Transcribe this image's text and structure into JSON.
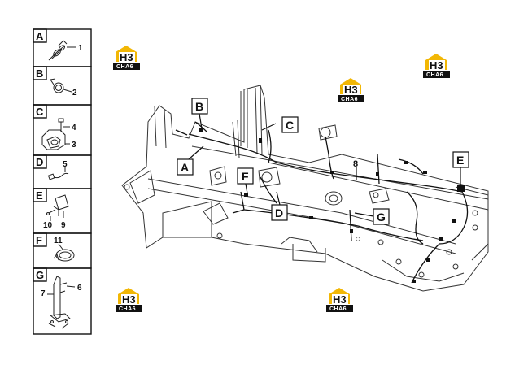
{
  "legend_panels": [
    {
      "letter": "A",
      "numbers": [
        "1"
      ]
    },
    {
      "letter": "B",
      "numbers": [
        "2"
      ]
    },
    {
      "letter": "C",
      "numbers": [
        "4",
        "3"
      ]
    },
    {
      "letter": "D",
      "numbers": [
        "5"
      ]
    },
    {
      "letter": "E",
      "numbers": [
        "10",
        "9"
      ]
    },
    {
      "letter": "F",
      "numbers": [
        "11"
      ]
    },
    {
      "letter": "G",
      "numbers": [
        "7",
        "6"
      ]
    }
  ],
  "callouts": {
    "A": "A",
    "B": "B",
    "C": "C",
    "D": "D",
    "E": "E",
    "F": "F",
    "G": "G",
    "harness_number": "8"
  },
  "watermark": {
    "mark": "H3",
    "sub": "CHA6",
    "colors": {
      "hex": "#f2b705",
      "band": "#111111"
    }
  }
}
